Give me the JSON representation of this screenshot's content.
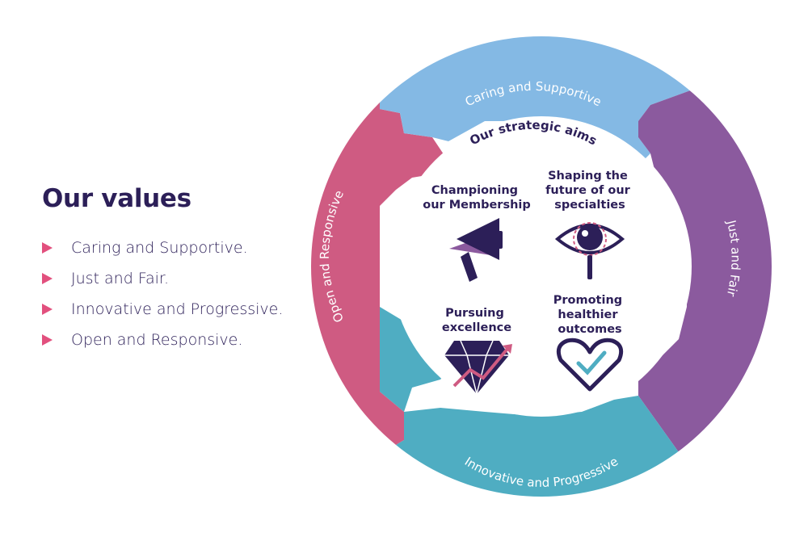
{
  "values_section": {
    "title": "Our values",
    "items": [
      "Caring and Supportive.",
      "Just and Fair.",
      "Innovative and Progressive.",
      "Open and Responsive."
    ],
    "bullet_color": "#e2507e",
    "text_color": "#2c1f58"
  },
  "wheel": {
    "segments": {
      "top": {
        "label": "Caring and Supportive",
        "color": "#84b9e4"
      },
      "right": {
        "label": "Just and Fair",
        "color": "#8b5a9e"
      },
      "bottom": {
        "label": "Innovative and Progressive",
        "color": "#4fadc2"
      },
      "left": {
        "label": "Open and Responsive",
        "color": "#cf5b82"
      }
    },
    "center_heading": "Our strategic aims",
    "aims": [
      {
        "lines": [
          "Championing",
          "our Membership"
        ],
        "icon": "megaphone-icon"
      },
      {
        "lines": [
          "Shaping the",
          "future of our",
          "specialties"
        ],
        "icon": "eye-magnifier-icon"
      },
      {
        "lines": [
          "Pursuing",
          "excellence"
        ],
        "icon": "diamond-arrow-icon"
      },
      {
        "lines": [
          "Promoting",
          "healthier",
          "outcomes"
        ],
        "icon": "heart-check-icon"
      }
    ],
    "icon_colors": {
      "dark": "#2c1f58",
      "accent_purple": "#8b5a9e",
      "accent_pink": "#cf5b82",
      "accent_teal": "#4fadc2"
    }
  }
}
